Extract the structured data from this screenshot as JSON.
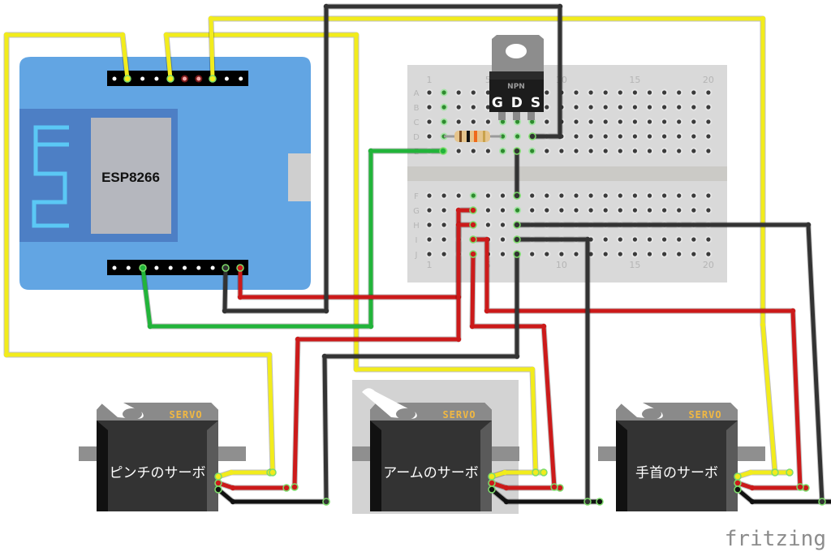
{
  "board": {
    "chip_label": "ESP8266",
    "top_header_pins": 10,
    "bottom_header_pins": 10
  },
  "transistor": {
    "type_label": "NPN",
    "pins_label": "G D S"
  },
  "breadboard": {
    "column_labels": [
      "1",
      "5",
      "10",
      "15",
      "20"
    ],
    "top_row_labels": [
      "A",
      "B",
      "C",
      "D",
      "E"
    ],
    "bottom_row_labels": [
      "F",
      "G",
      "H",
      "I",
      "J"
    ],
    "columns": 20
  },
  "servos": [
    {
      "name": "ピンチのサーボ",
      "badge": "SERVO"
    },
    {
      "name": "アームのサーボ",
      "badge": "SERVO"
    },
    {
      "name": "手首のサーボ",
      "badge": "SERVO"
    }
  ],
  "wire_colors": {
    "signal": "#f2ec1c",
    "power": "#cc1a1a",
    "ground": "#333333",
    "data": "#22b43a"
  },
  "brand": "fritzing"
}
